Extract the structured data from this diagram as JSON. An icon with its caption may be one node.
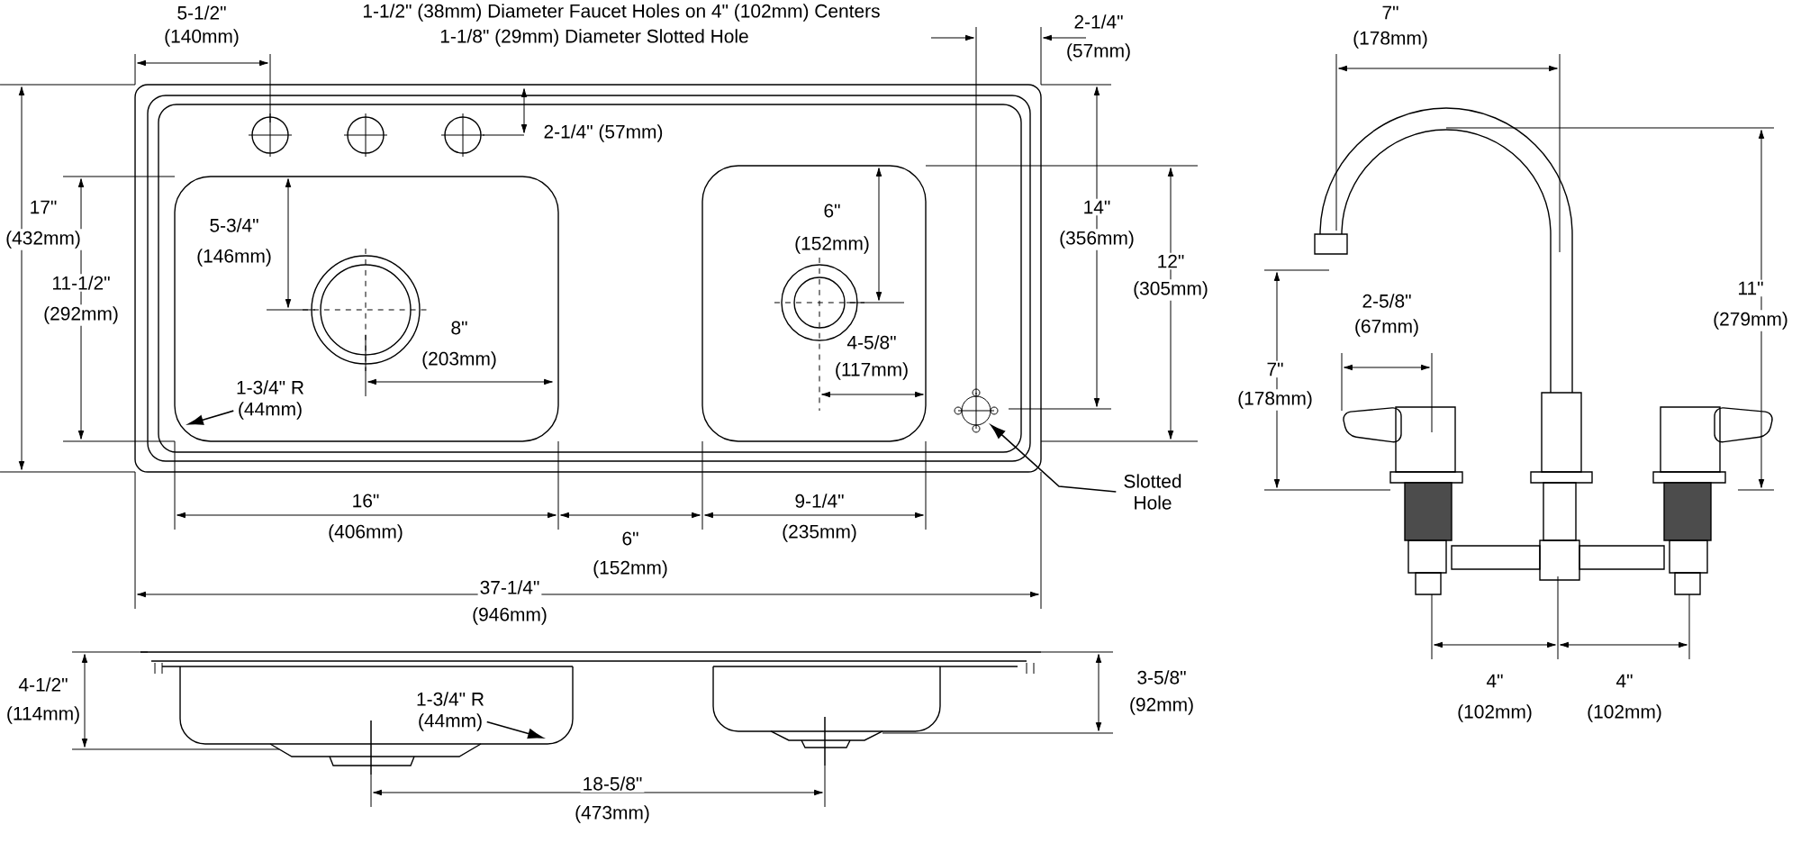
{
  "diagram": {
    "nodes": [
      {
        "text": [
          "Slotted Hole"
        ]
      },
      {
        "text": [],
        "shape": "circle"
      },
      {
        "text": [
          "1-3/4\" R",
          "(44mm)"
        ]
      },
      {
        "text": [
          "1-3/4\" R",
          "(44mm)"
        ]
      }
    ],
    "edges": [
      {
        "from": 0,
        "to": 1,
        "arrow": "to"
      },
      {
        "from": 2,
        "to": null,
        "arrow": "to"
      },
      {
        "from": 3,
        "to": null,
        "arrow": "to"
      }
    ],
    "labels": [
      "1-1/2\" (38mm) Diameter Faucet Holes on 4\" (102mm) Centers",
      "1-1/8\" (29mm) Diameter Slotted Hole",
      "5-1/2\"",
      "(140mm)",
      "2-1/4\"",
      "(57mm)",
      "7\"",
      "(178mm)",
      "2-1/4\" (57mm)",
      "17\"",
      "(432mm)",
      "5-3/4\"",
      "(146mm)",
      "6\"",
      "(152mm)",
      "14\"",
      "(356mm)",
      "12\"",
      "(305mm)",
      "11\"",
      "(279mm)",
      "11-1/2\"",
      "(292mm)",
      "8\"",
      "(203mm)",
      "2-5/8\"",
      "(67mm)",
      "4-5/8\"",
      "(117mm)",
      "7\"",
      "(178mm)",
      "16\"",
      "(406mm)",
      "9-1/4\"",
      "(235mm)",
      "6\"",
      "(152mm)",
      "37-1/4\"",
      "(946mm)",
      "4\"",
      "(102mm)",
      "4\"",
      "(102mm)",
      "3-5/8\"",
      "(92mm)",
      "4-1/2\"",
      "(114mm)",
      "18-5/8\"",
      "(473mm)"
    ]
  }
}
